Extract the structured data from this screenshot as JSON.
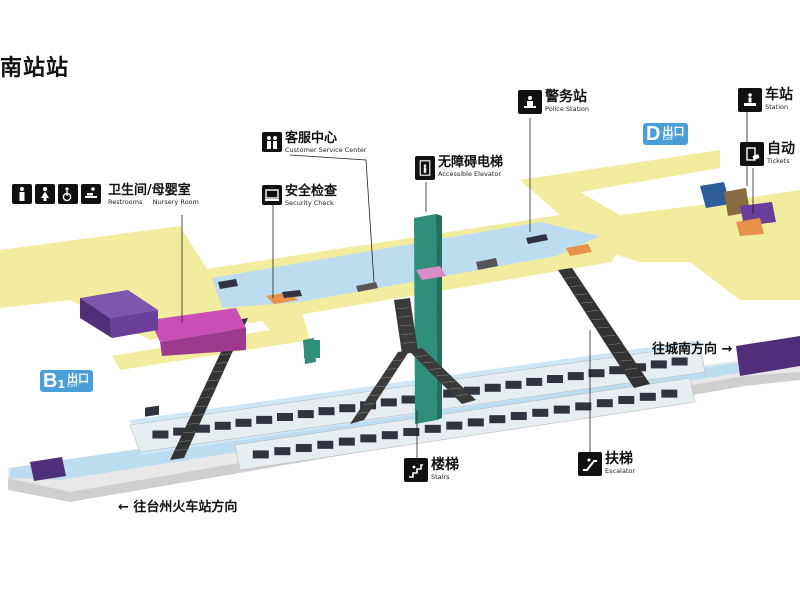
{
  "station_title": "南站站",
  "facilities": {
    "restrooms": {
      "zh": "卫生间/母婴室",
      "en_1": "Restrooms",
      "en_2": "Nursery Room"
    },
    "customer_service": {
      "zh": "客服中心",
      "en": "Customer Service Center"
    },
    "security": {
      "zh": "安全检查",
      "en": "Security Check"
    },
    "elevator": {
      "zh": "无障碍电梯",
      "en": "Accessible Elevator"
    },
    "police": {
      "zh": "警务站",
      "en": "Police Station"
    },
    "station": {
      "zh": "车站",
      "en": "Station"
    },
    "tickets": {
      "zh": "自动",
      "en": "Tickets"
    },
    "stairs": {
      "zh": "楼梯",
      "en": "Stairs"
    },
    "escalator": {
      "zh": "扶梯",
      "en": "Escalator"
    }
  },
  "exits": {
    "b1": {
      "letter": "B",
      "number": "1",
      "zh": "出口",
      "en": "Exit",
      "color": "#4a9fd8"
    },
    "d": {
      "letter": "D",
      "zh": "出口",
      "en": "Exit",
      "color": "#4a9fd8"
    }
  },
  "directions": {
    "south": "往城南方向 →",
    "north": "← 往台州火车站方向"
  },
  "icons": {
    "restrooms": [
      "man-icon",
      "woman-icon",
      "accessible-icon",
      "baby-change-icon"
    ],
    "customer_service": "people-icon",
    "security": "scanner-icon",
    "elevator": "elevator-icon",
    "police": "police-icon",
    "station": "station-info-icon",
    "tickets": "ticket-machine-icon",
    "stairs": "stairs-icon",
    "escalator": "escalator-icon"
  },
  "colors": {
    "concourse": "#f2ec9e",
    "platform_water": "#bcdcf0",
    "train_body": "#e7eef2",
    "train_window": "#2f3440",
    "column": "#2f8f7a",
    "stair": "#3a3a3a",
    "magenta": "#c94fb4",
    "purple": "#6a3e9a",
    "exit_blue": "#4a9fd8"
  }
}
